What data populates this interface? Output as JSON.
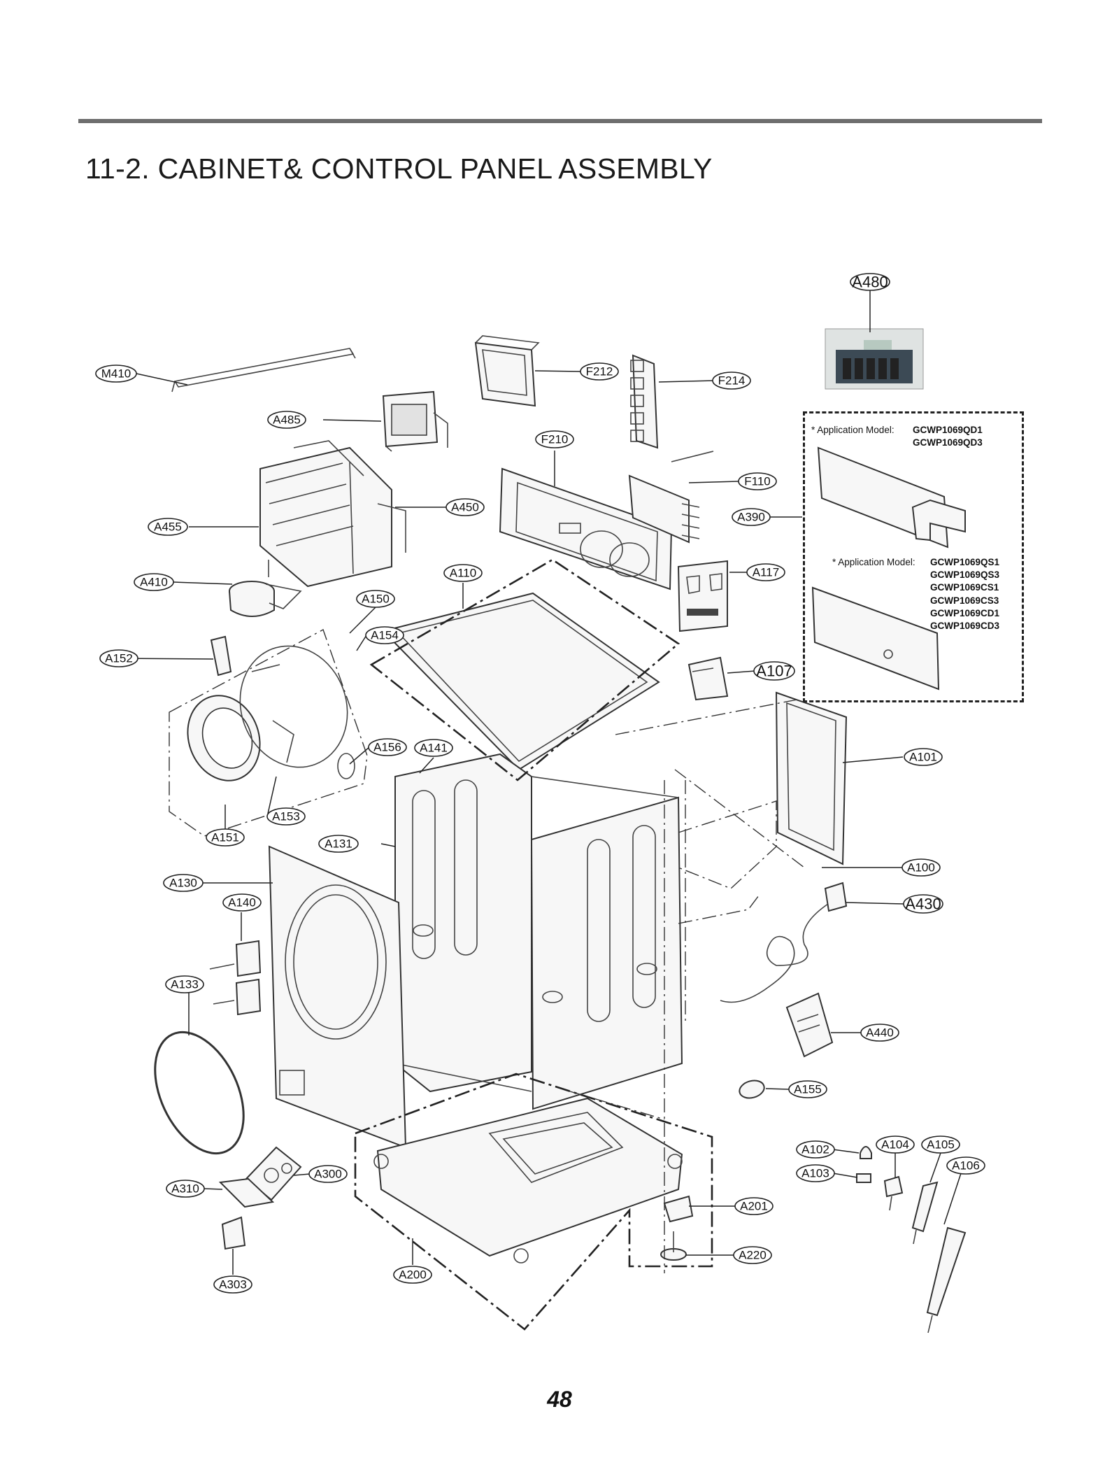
{
  "section_title": "11-2. CABINET& CONTROL PANEL ASSEMBLY",
  "page_number": "48",
  "application_notes": [
    {
      "prefix": "* Application Model:",
      "models": [
        "GCWP1069QD1",
        "GCWP1069QD3"
      ]
    },
    {
      "prefix": "* Application Model:",
      "models": [
        "GCWP1069QS1",
        "GCWP1069QS3",
        "GCWP1069CS1",
        "GCWP1069CS3",
        "GCWP1069CD1",
        "GCWP1069CD3"
      ]
    }
  ],
  "part_labels": {
    "A480": "A480",
    "M410": "M410",
    "F212": "F212",
    "F214": "F214",
    "A485": "A485",
    "F210": "F210",
    "F110": "F110",
    "A450": "A450",
    "A390": "A390",
    "A455": "A455",
    "A117": "A117",
    "A410": "A410",
    "A110": "A110",
    "A150": "A150",
    "A154": "A154",
    "A152": "A152",
    "A107": "A107",
    "A156": "A156",
    "A141": "A141",
    "A101": "A101",
    "A153": "A153",
    "A151": "A151",
    "A131": "A131",
    "A100": "A100",
    "A130": "A130",
    "A140": "A140",
    "A430": "A430",
    "A133": "A133",
    "A440": "A440",
    "A155": "A155",
    "A102": "A102",
    "A104": "A104",
    "A105": "A105",
    "A106": "A106",
    "A103": "A103",
    "A300": "A300",
    "A310": "A310",
    "A201": "A201",
    "A220": "A220",
    "A200": "A200",
    "A303": "A303"
  }
}
